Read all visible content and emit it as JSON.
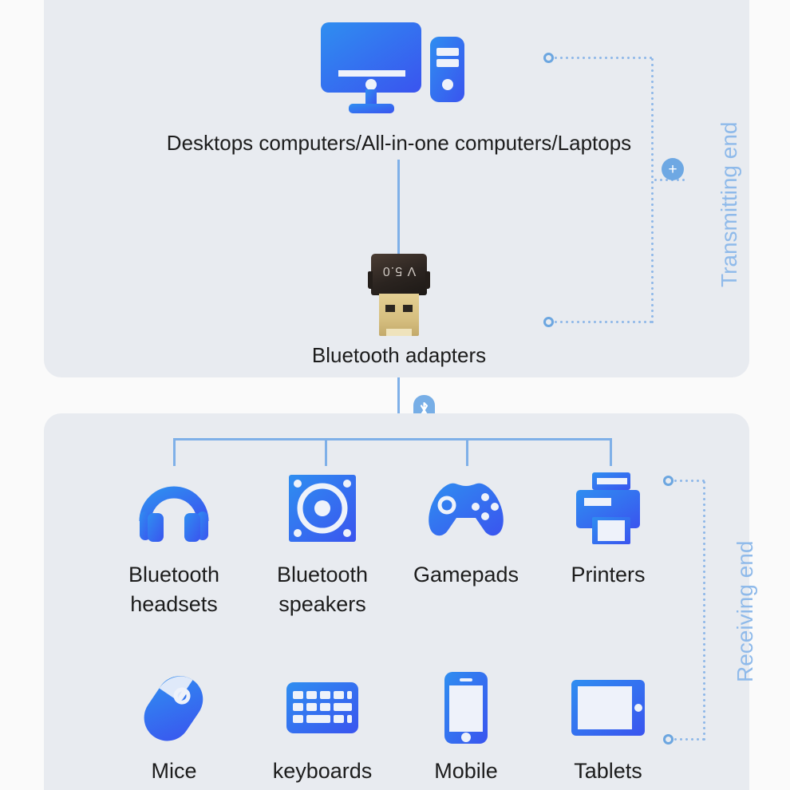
{
  "page": {
    "background_color": "#fafafa",
    "panel_color": "#e8ebf0",
    "accent_color": "#2f6fe0",
    "line_color": "#7fb0e8"
  },
  "transmitting": {
    "side_label": "Transmitting end",
    "source_label": "Desktops computers/All-in-one computers/Laptops",
    "adapter_label": "Bluetooth adapters",
    "adapter_version_text": "V 5.0",
    "plus_badge": "+",
    "source_icon": "desktop-computer-icon",
    "adapter_icon": "usb-bluetooth-dongle-icon"
  },
  "link": {
    "bluetooth_icon": "bluetooth-icon"
  },
  "receiving": {
    "side_label": "Receiving end",
    "devices": [
      {
        "label": "Bluetooth\nheadsets",
        "icon": "headphones-icon"
      },
      {
        "label": "Bluetooth\nspeakers",
        "icon": "speaker-icon"
      },
      {
        "label": "Gamepads",
        "icon": "gamepad-icon"
      },
      {
        "label": "Printers",
        "icon": "printer-icon"
      },
      {
        "label": "Mice",
        "icon": "mouse-icon"
      },
      {
        "label": "keyboards",
        "icon": "keyboard-icon"
      },
      {
        "label": "Mobile",
        "icon": "smartphone-icon"
      },
      {
        "label": "Tablets",
        "icon": "tablet-icon"
      }
    ]
  }
}
